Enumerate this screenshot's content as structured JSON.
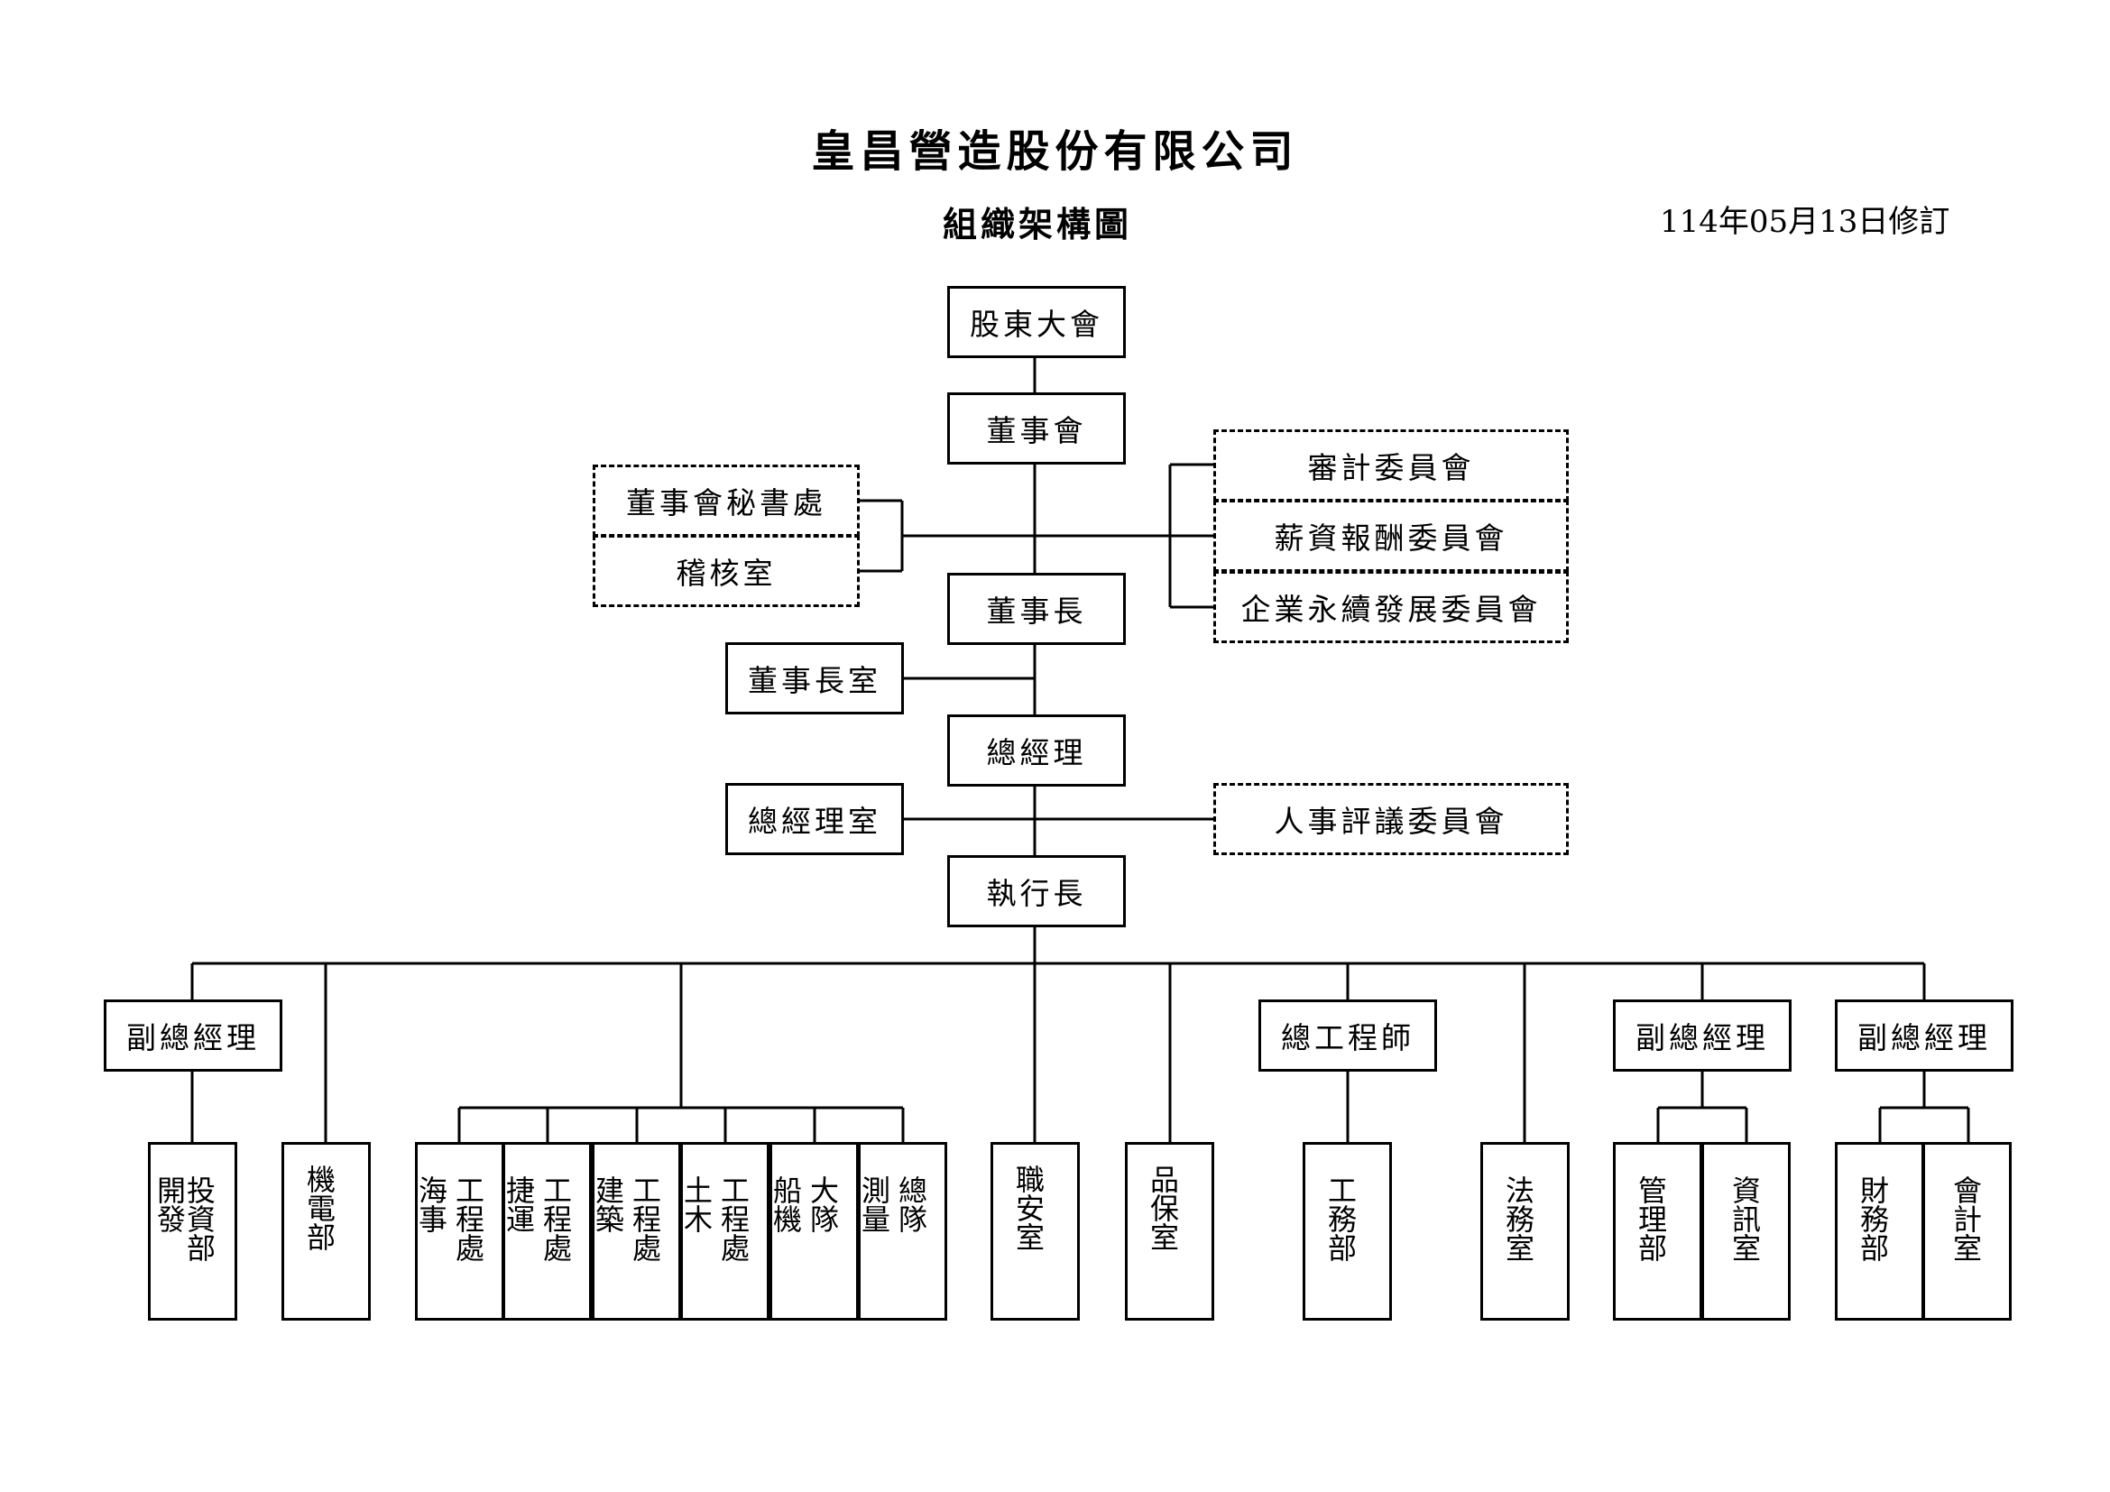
{
  "header": {
    "company": "皇昌營造股份有限公司",
    "chart_title": "組織架構圖",
    "revision": "114年05月13日修訂"
  },
  "boxes": {
    "shareholders": "股東大會",
    "board": "董事會",
    "board_secretariat": "董事會秘書處",
    "audit_office": "稽核室",
    "audit_committee": "審計委員會",
    "remuneration_committee": "薪資報酬委員會",
    "sustainability_committee": "企業永續發展委員會",
    "chairman": "董事長",
    "chairman_office": "董事長室",
    "president": "總經理",
    "president_office": "總經理室",
    "personnel_committee": "人事評議委員會",
    "ceo": "執行長",
    "vp1": "副總經理",
    "chief_engineer": "總工程師",
    "vp2": "副總經理",
    "vp3": "副總經理"
  },
  "departments": {
    "investment_dev_col1": "投資部",
    "investment_dev_col2": "開發",
    "mechanical": "機電部",
    "marine_col1": "工程處",
    "marine_col2": "海事",
    "mrt_col1": "工程處",
    "mrt_col2": "捷運",
    "building_col1": "工程處",
    "building_col2": "建築",
    "civil_col1": "工程處",
    "civil_col2": "土木",
    "vessel_col1": "大隊",
    "vessel_col2": "船機",
    "survey_col1": "總隊",
    "survey_col2": "測量",
    "safety": "職安室",
    "quality": "品保室",
    "engineering": "工務部",
    "legal": "法務室",
    "management": "管理部",
    "it": "資訊室",
    "finance": "財務部",
    "accounting": "會計室"
  }
}
